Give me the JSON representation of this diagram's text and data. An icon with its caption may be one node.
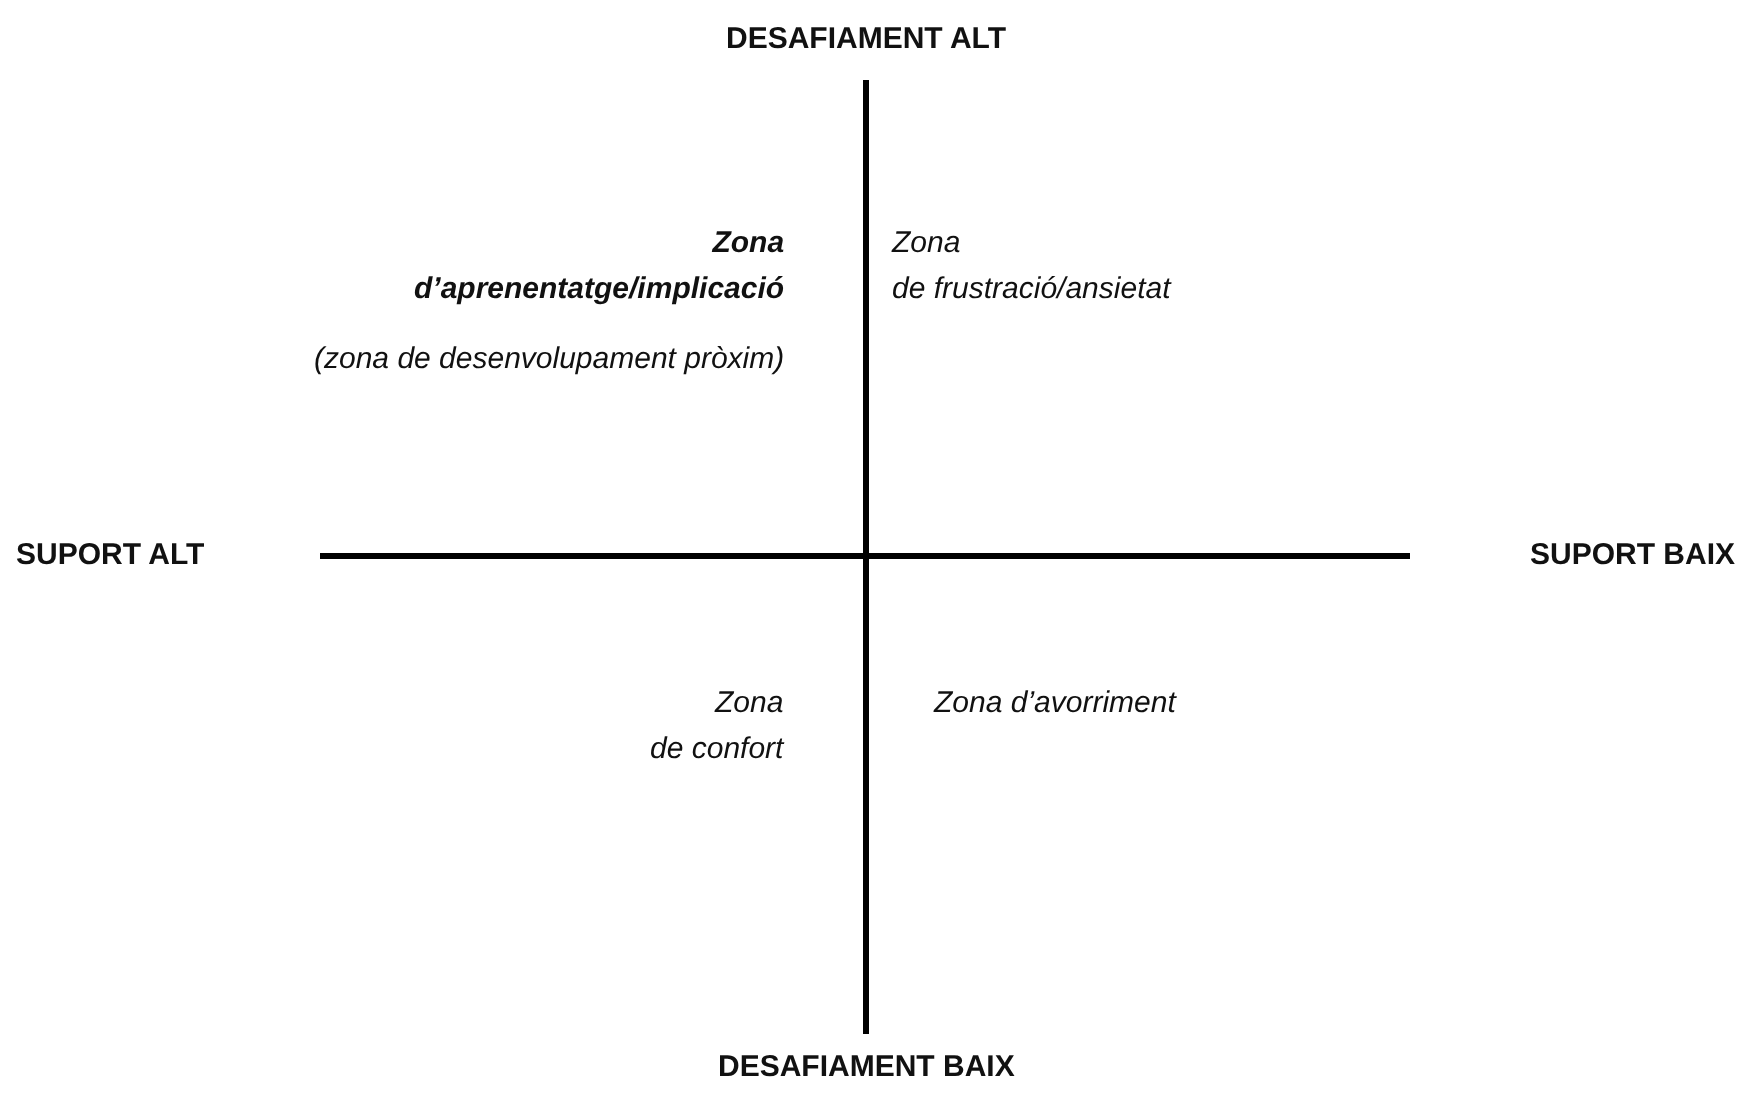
{
  "diagram": {
    "labels": [
      "DESAFIAMENT ALT",
      "Zona d’aprenentatge/implicació",
      "Zona de frustració/ansietat",
      "(zona de desenvolupament pròxim)",
      "SUPORT ALT",
      "SUPORT BAIX",
      "Zona de confort",
      "Zona d’avorriment",
      "DESAFIAMENT BAIX"
    ]
  }
}
